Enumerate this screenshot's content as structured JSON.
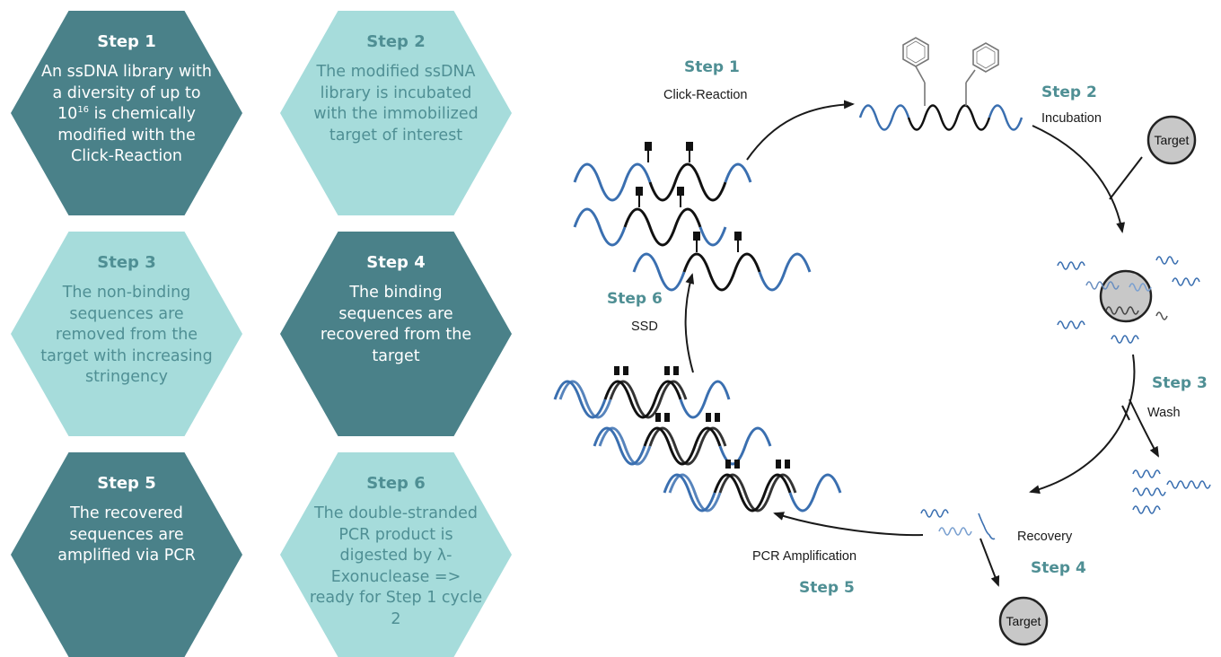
{
  "steps": [
    {
      "title": "Step 1",
      "text_pre": "An ssDNA library with a diversity of up to 10",
      "text_sup": "16",
      "text_post": " is chemically modified with the Click-Reaction"
    },
    {
      "title": "Step 2",
      "text": "The modified ssDNA library is incubated with the immobilized target of interest"
    },
    {
      "title": "Step 3",
      "text": "The non-binding sequences are removed from the target with increasing stringency"
    },
    {
      "title": "Step 4",
      "text": "The binding sequences are recovered from the target"
    },
    {
      "title": "Step 5",
      "text": "The recovered sequences are amplified via PCR"
    },
    {
      "title": "Step 6",
      "text": "The double-stranded PCR product is digested by λ-Exonuclease => ready for Step 1 cycle 2"
    }
  ],
  "cycle": {
    "step1": {
      "label": "Step 1",
      "process": "Click-Reaction"
    },
    "step2": {
      "label": "Step 2",
      "process": "Incubation"
    },
    "step3": {
      "label": "Step 3",
      "process": "Wash"
    },
    "step4": {
      "label": "Step 4",
      "process": "Recovery"
    },
    "step5": {
      "label": "Step 5",
      "process": "PCR Amplification"
    },
    "step6": {
      "label": "Step 6",
      "process": "SSD"
    },
    "target_label": "Target"
  },
  "colors": {
    "dark_hex": "#4a8189",
    "light_hex": "#a6dcdb",
    "step_label": "#4f8f94",
    "dna_blue": "#3a6fb0",
    "target_fill": "#c8c8c8"
  }
}
